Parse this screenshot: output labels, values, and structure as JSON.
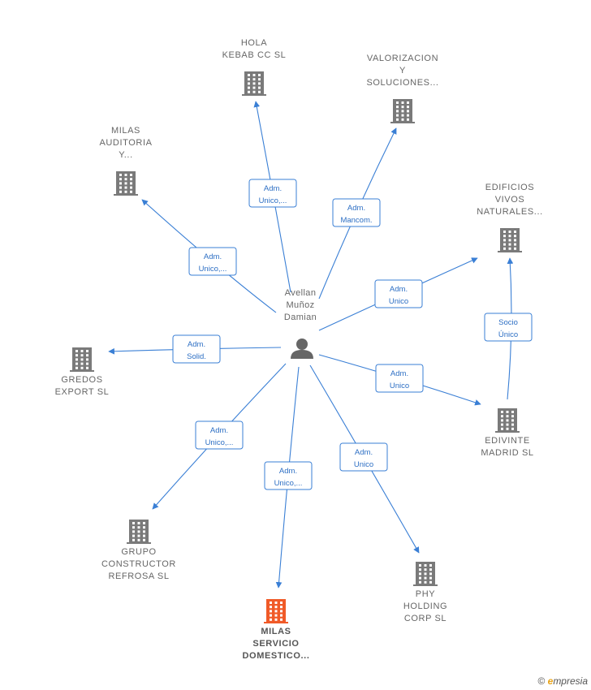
{
  "center": {
    "name_lines": [
      "Avellan",
      "Muñoz",
      "Damian"
    ],
    "icon": "person-icon",
    "color": "#666666"
  },
  "colors": {
    "edge": "#3a7fd5",
    "building": "#7a7a7a",
    "building_highlight": "#f05a28"
  },
  "nodes": [
    {
      "id": "hola",
      "label_lines": [
        "HOLA",
        "KEBAB CC  SL"
      ],
      "icon": "building-icon",
      "highlight": false
    },
    {
      "id": "valorizacion",
      "label_lines": [
        "VALORIZACION",
        "Y",
        "SOLUCIONES..."
      ],
      "icon": "building-icon",
      "highlight": false
    },
    {
      "id": "milas_auditoria",
      "label_lines": [
        "MILAS",
        "AUDITORIA",
        "Y..."
      ],
      "icon": "building-icon",
      "highlight": false
    },
    {
      "id": "edificios",
      "label_lines": [
        "EDIFICIOS",
        "VIVOS",
        "NATURALES..."
      ],
      "icon": "building-icon",
      "highlight": false
    },
    {
      "id": "gredos",
      "label_lines": [
        "GREDOS",
        "EXPORT  SL"
      ],
      "icon": "building-icon",
      "highlight": false
    },
    {
      "id": "edivinte",
      "label_lines": [
        "EDIVINTE",
        "MADRID  SL"
      ],
      "icon": "building-icon",
      "highlight": false
    },
    {
      "id": "grupo",
      "label_lines": [
        "GRUPO",
        "CONSTRUCTOR",
        "REFROSA SL"
      ],
      "icon": "building-icon",
      "highlight": false
    },
    {
      "id": "phy",
      "label_lines": [
        "PHY",
        "HOLDING",
        "CORP SL"
      ],
      "icon": "building-icon",
      "highlight": false
    },
    {
      "id": "milas_servicio",
      "label_lines": [
        "MILAS",
        "SERVICIO",
        "DOMESTICO..."
      ],
      "icon": "building-icon",
      "highlight": true
    }
  ],
  "edges": [
    {
      "from": "center",
      "to": "hola",
      "label_lines": [
        "Adm.",
        "Unico,..."
      ]
    },
    {
      "from": "center",
      "to": "valorizacion",
      "label_lines": [
        "Adm.",
        "Mancom."
      ]
    },
    {
      "from": "center",
      "to": "milas_auditoria",
      "label_lines": [
        "Adm.",
        "Unico,..."
      ]
    },
    {
      "from": "center",
      "to": "edificios",
      "label_lines": [
        "Adm.",
        "Unico"
      ]
    },
    {
      "from": "center",
      "to": "gredos",
      "label_lines": [
        "Adm.",
        "Solid."
      ]
    },
    {
      "from": "center",
      "to": "edivinte",
      "label_lines": [
        "Adm.",
        "Unico"
      ]
    },
    {
      "from": "center",
      "to": "grupo",
      "label_lines": [
        "Adm.",
        "Unico,..."
      ]
    },
    {
      "from": "center",
      "to": "milas_servicio",
      "label_lines": [
        "Adm.",
        "Unico,..."
      ]
    },
    {
      "from": "center",
      "to": "phy",
      "label_lines": [
        "Adm.",
        "Unico"
      ]
    },
    {
      "from": "edivinte",
      "to": "edificios",
      "label_lines": [
        "Socio",
        "Único"
      ]
    }
  ],
  "footer": {
    "copyright": "©",
    "brand_first": "e",
    "brand_rest": "mpresia"
  }
}
